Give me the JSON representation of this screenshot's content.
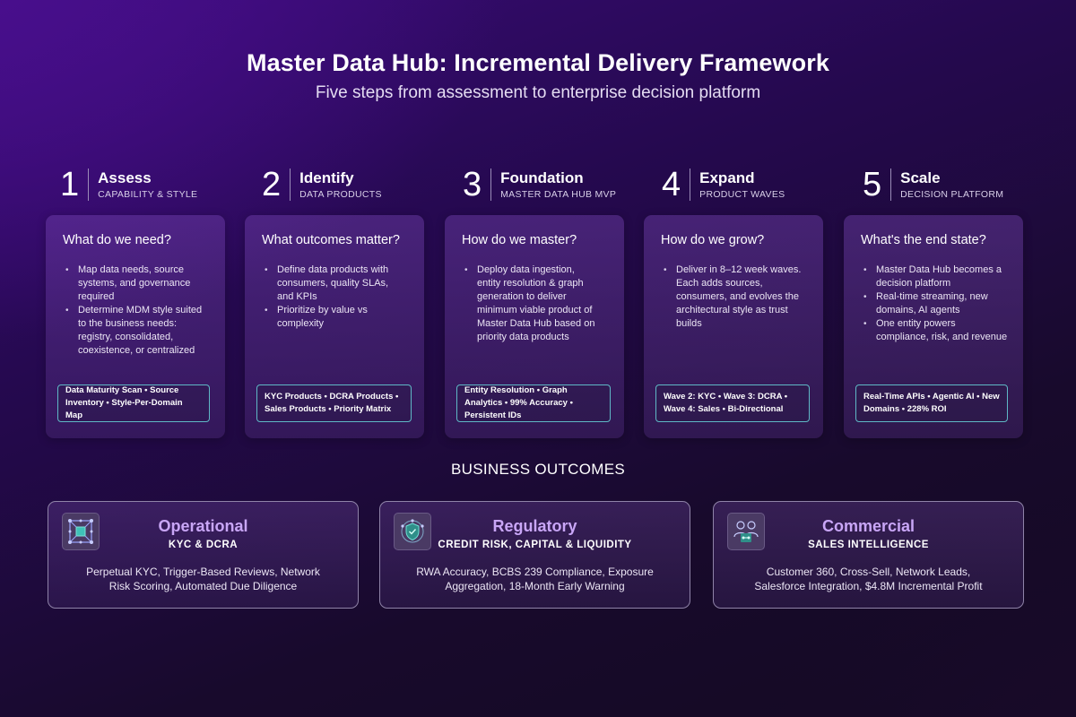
{
  "header": {
    "title": "Master Data Hub: Incremental Delivery Framework",
    "subtitle": "Five steps from assessment to enterprise decision platform"
  },
  "steps": [
    {
      "number": "1",
      "name": "Assess",
      "sub": "CAPABILITY & STYLE",
      "question": "What do we need?",
      "bullets": [
        "Map data needs, source systems, and governance required",
        "Determine MDM style suited to the business needs: registry, consolidated, coexistence, or centralized"
      ],
      "tag": "Data Maturity Scan • Source Inventory • Style-Per-Domain Map"
    },
    {
      "number": "2",
      "name": "Identify",
      "sub": "DATA PRODUCTS",
      "question": "What outcomes matter?",
      "bullets": [
        "Define data products with consumers, quality SLAs, and KPIs",
        "Prioritize by value vs complexity"
      ],
      "tag": "KYC Products • DCRA Products • Sales Products • Priority Matrix"
    },
    {
      "number": "3",
      "name": "Foundation",
      "sub": "MASTER DATA HUB MVP",
      "question": "How do we master?",
      "bullets": [
        "Deploy data ingestion, entity resolution & graph generation to deliver minimum viable  product of Master Data Hub based on priority data products"
      ],
      "tag": "Entity Resolution • Graph Analytics • 99% Accuracy •  Persistent IDs"
    },
    {
      "number": "4",
      "name": "Expand",
      "sub": "PRODUCT WAVES",
      "question": "How do we grow?",
      "bullets": [
        "Deliver in 8–12 week waves. Each adds sources, consumers, and evolves the architectural style as trust builds"
      ],
      "tag": "Wave 2: KYC • Wave 3: DCRA • Wave 4: Sales • Bi-Directional"
    },
    {
      "number": "5",
      "name": "Scale",
      "sub": "DECISION PLATFORM",
      "question": "What's the end state?",
      "bullets": [
        "Master Data Hub becomes a decision platform",
        "Real-time streaming, new domains, AI agents",
        "One entity powers compliance, risk, and  revenue"
      ],
      "tag": "Real-Time APIs • Agentic AI • New Domains • 228% ROI"
    }
  ],
  "outcomes_heading": "BUSINESS OUTCOMES",
  "outcomes": [
    {
      "icon": "network-grid-icon",
      "title": "Operational",
      "sub": "KYC & DCRA",
      "desc": "Perpetual KYC, Trigger-Based Reviews, Network Risk Scoring, Automated Due Diligence"
    },
    {
      "icon": "shield-icon",
      "title": "Regulatory",
      "sub": "CREDIT RISK, CAPITAL & LIQUIDITY",
      "desc": "RWA Accuracy, BCBS 239 Compliance, Exposure Aggregation, 18-Month Early Warning"
    },
    {
      "icon": "people-network-icon",
      "title": "Commercial",
      "sub": "SALES INTELLIGENCE",
      "desc": "Customer 360, Cross-Sell, Network Leads, Salesforce Integration, $4.8M Incremental Profit"
    }
  ],
  "colors": {
    "accent_title": "#c9a6f7",
    "tag_border": "#5fb8c6",
    "icon_teal": "#3fc1b8"
  }
}
